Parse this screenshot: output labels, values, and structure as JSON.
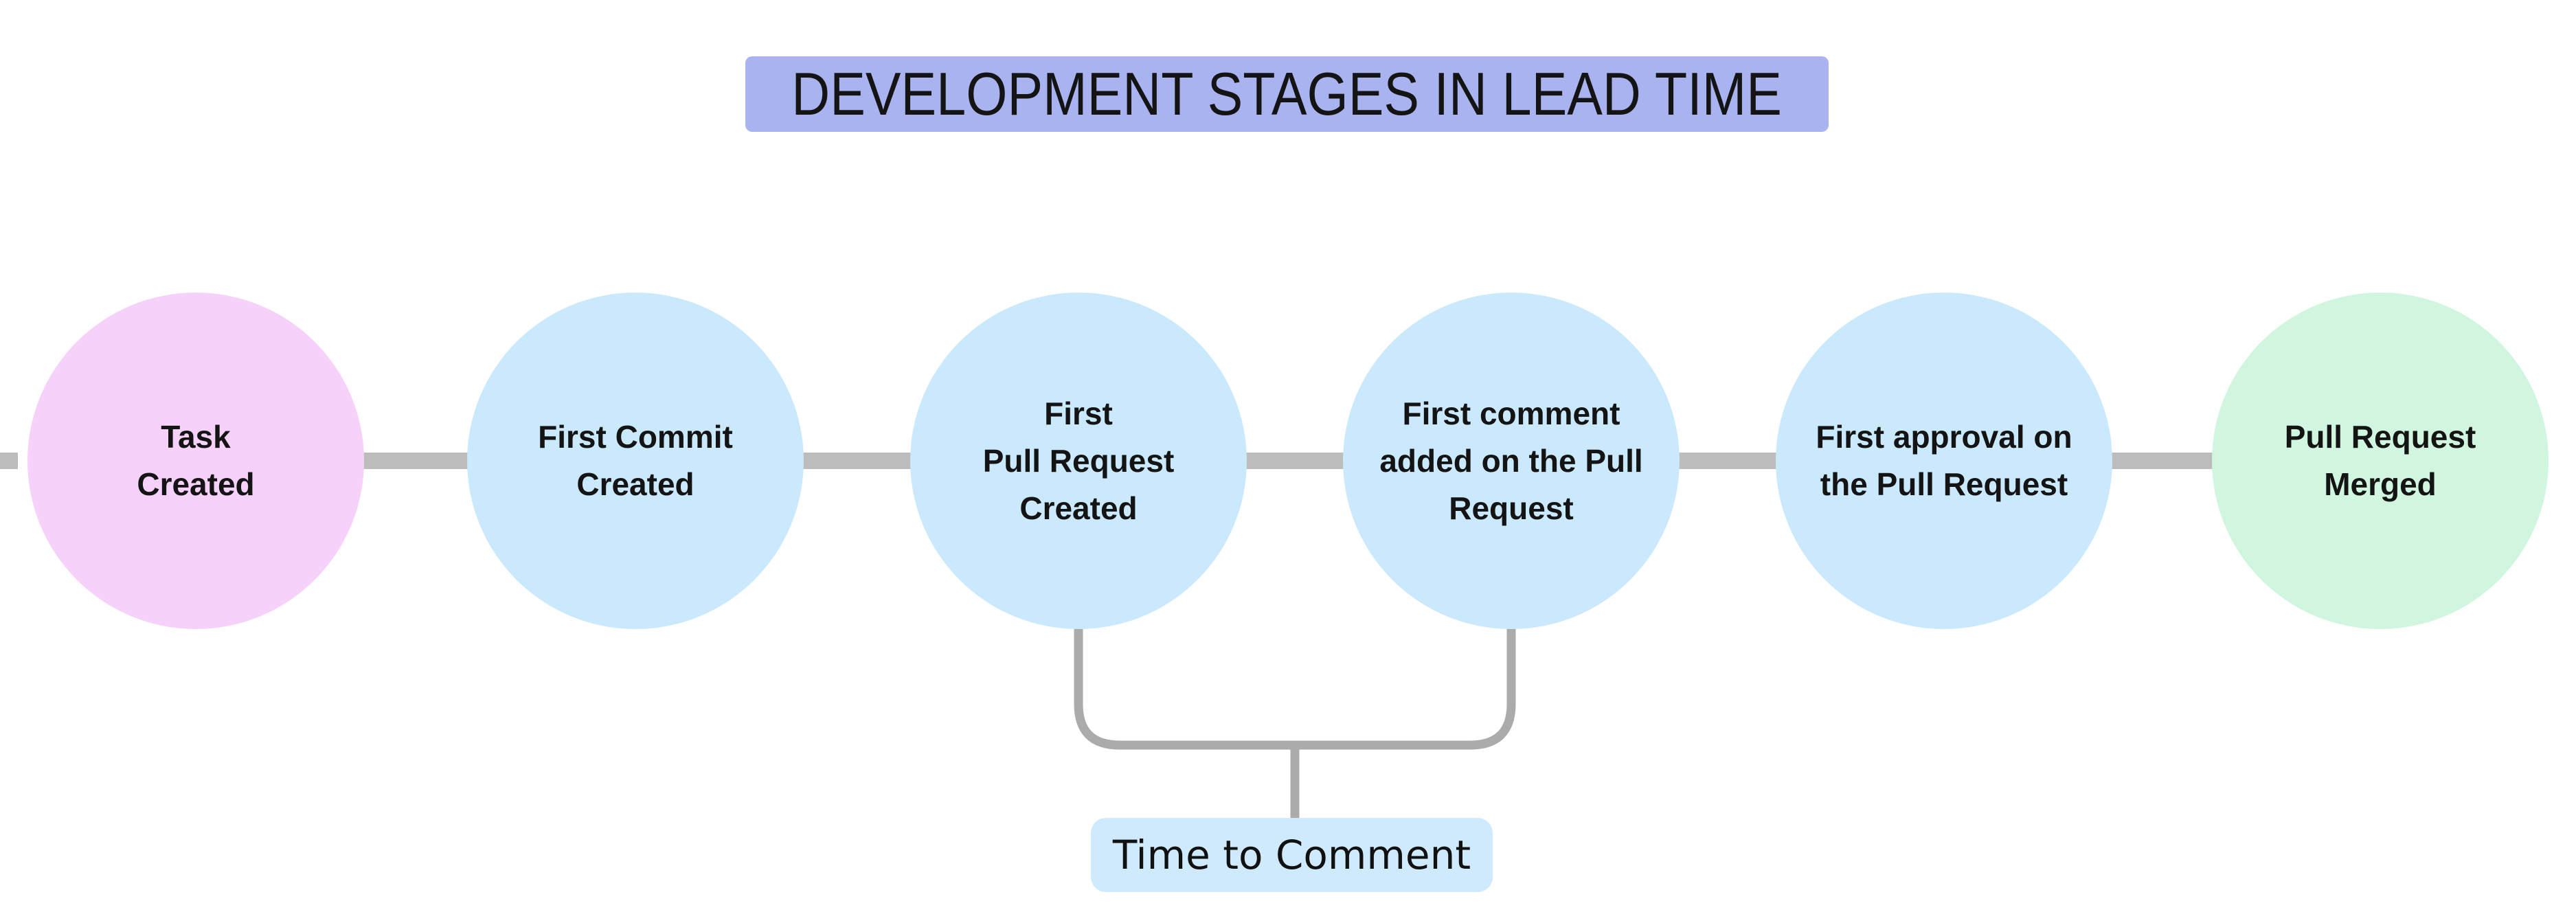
{
  "canvas": {
    "background_color": "#ffffff"
  },
  "title": {
    "text": "DEVELOPMENT STAGES IN LEAD TIME",
    "bg_color": "#a9b3f0",
    "text_color": "#141414"
  },
  "stages": [
    {
      "lines": [
        "Task",
        "Created"
      ],
      "color": "#f6d1fa"
    },
    {
      "lines": [
        "First Commit",
        "Created"
      ],
      "color": "#cbe9fd"
    },
    {
      "lines": [
        "First",
        "Pull Request",
        "Created"
      ],
      "color": "#cbe9fd"
    },
    {
      "lines": [
        "First comment",
        "added on the Pull",
        "Request"
      ],
      "color": "#cbe9fd"
    },
    {
      "lines": [
        "First approval on",
        "the Pull Request"
      ],
      "color": "#cbe9fd"
    },
    {
      "lines": [
        "Pull Request",
        "Merged"
      ],
      "color": "#d1f6df"
    }
  ],
  "connectors": {
    "color": "#bcbcbc"
  },
  "bracket": {
    "color": "#ababab"
  },
  "annotation": {
    "text": "Time to Comment",
    "bg_color": "#cfeafc",
    "text_color": "#111111"
  }
}
